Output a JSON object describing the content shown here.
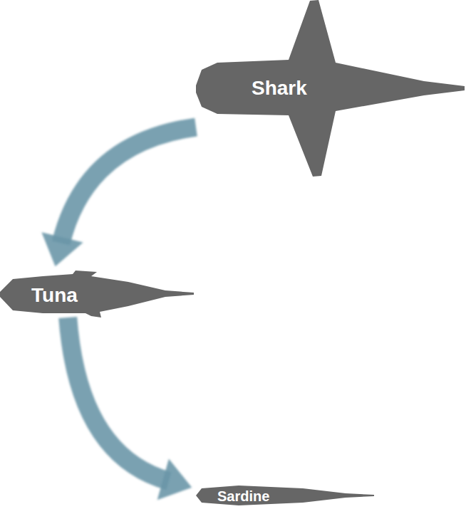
{
  "diagram": {
    "nodes": [
      {
        "text": [
          "Shark"
        ]
      },
      {
        "text": [
          "Tuna"
        ]
      },
      {
        "text": [
          "Sardine"
        ]
      }
    ],
    "edges": [
      {
        "from": 0,
        "to": 1,
        "arrow": "to"
      },
      {
        "from": 1,
        "to": 2,
        "arrow": "to"
      }
    ]
  }
}
